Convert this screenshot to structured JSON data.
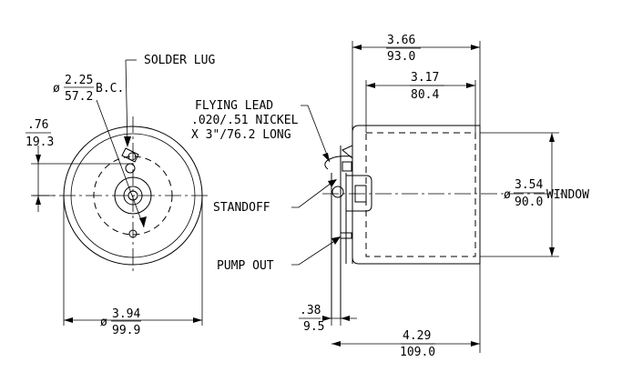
{
  "labels": {
    "solder_lug": "SOLDER LUG",
    "flying_lead_1": "FLYING LEAD",
    "flying_lead_2": ".020/.51 NICKEL",
    "flying_lead_3": "X 3\"/76.2 LONG",
    "standoff": "STANDOFF",
    "pump_out": "PUMP OUT",
    "window": "WINDOW",
    "bc": "B.C."
  },
  "dims": {
    "bc_in": "2.25",
    "bc_mm": "57.2",
    "offset_in": ".76",
    "offset_mm": "19.3",
    "dia_in": "3.94",
    "dia_mm": "99.9",
    "len_a_in": "3.66",
    "len_a_mm": "93.0",
    "len_b_in": "3.17",
    "len_b_mm": "80.4",
    "window_in": "3.54",
    "window_mm": "90.0",
    "flange_in": ".38",
    "flange_mm": "9.5",
    "overall_in": "4.29",
    "overall_mm": "109.0"
  },
  "symbols": {
    "diameter": "ø"
  },
  "colors": {
    "line": "#000000",
    "background": "#ffffff"
  }
}
